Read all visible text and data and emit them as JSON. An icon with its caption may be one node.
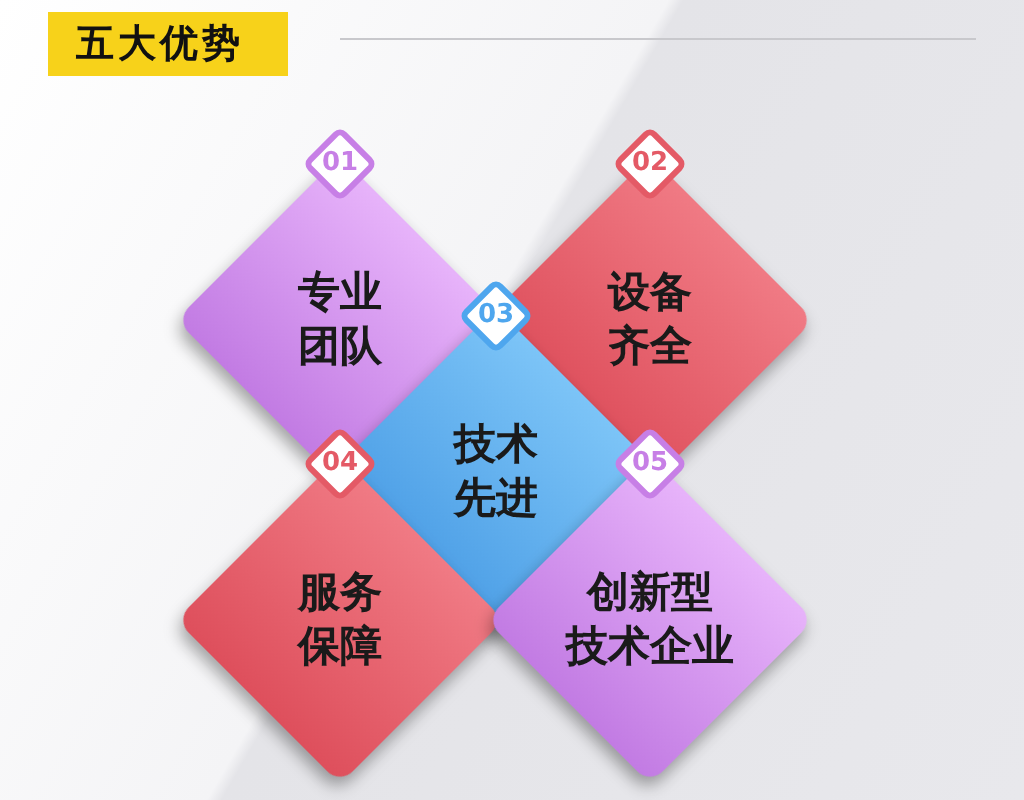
{
  "diagram": {
    "title": "五大优势",
    "nodes": [
      {
        "text": [
          "01",
          "专业团队"
        ]
      },
      {
        "text": [
          "02",
          "设备齐全"
        ]
      },
      {
        "text": [
          "03",
          "技术先进"
        ]
      },
      {
        "text": [
          "04",
          "服务保障"
        ]
      },
      {
        "text": [
          "05",
          "创新型技术企业"
        ]
      }
    ],
    "edges": []
  }
}
